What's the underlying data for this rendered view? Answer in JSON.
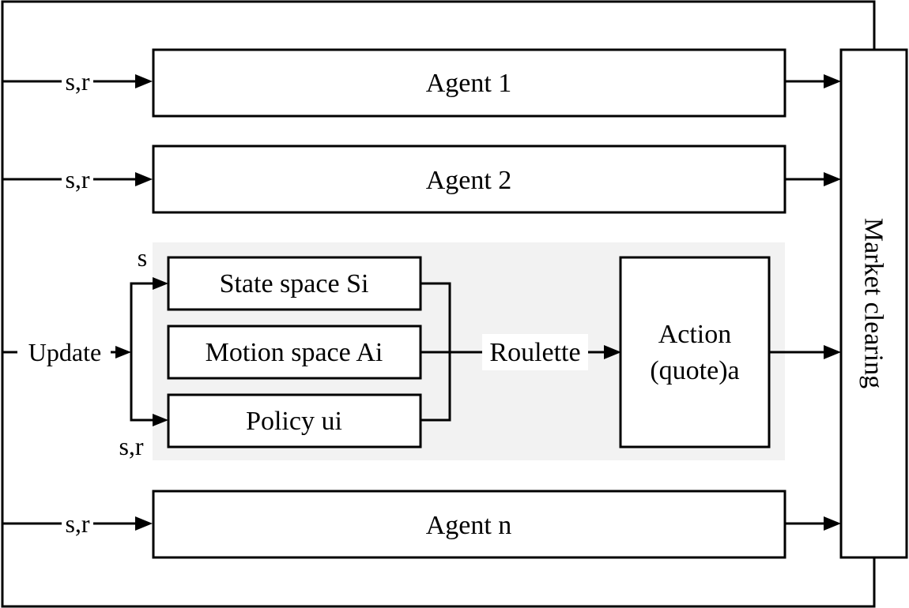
{
  "agents": {
    "agent1": "Agent 1",
    "agent2": "Agent 2",
    "agentn": "Agent n"
  },
  "inputs": {
    "sr": "s,r",
    "s": "s",
    "update": "Update"
  },
  "inner": {
    "state_space": "State space Si",
    "motion_space": "Motion space Ai",
    "policy": "Policy ui",
    "roulette": "Roulette",
    "action_line1": "Action",
    "action_line2": "(quote)a"
  },
  "market": "Market clearing"
}
